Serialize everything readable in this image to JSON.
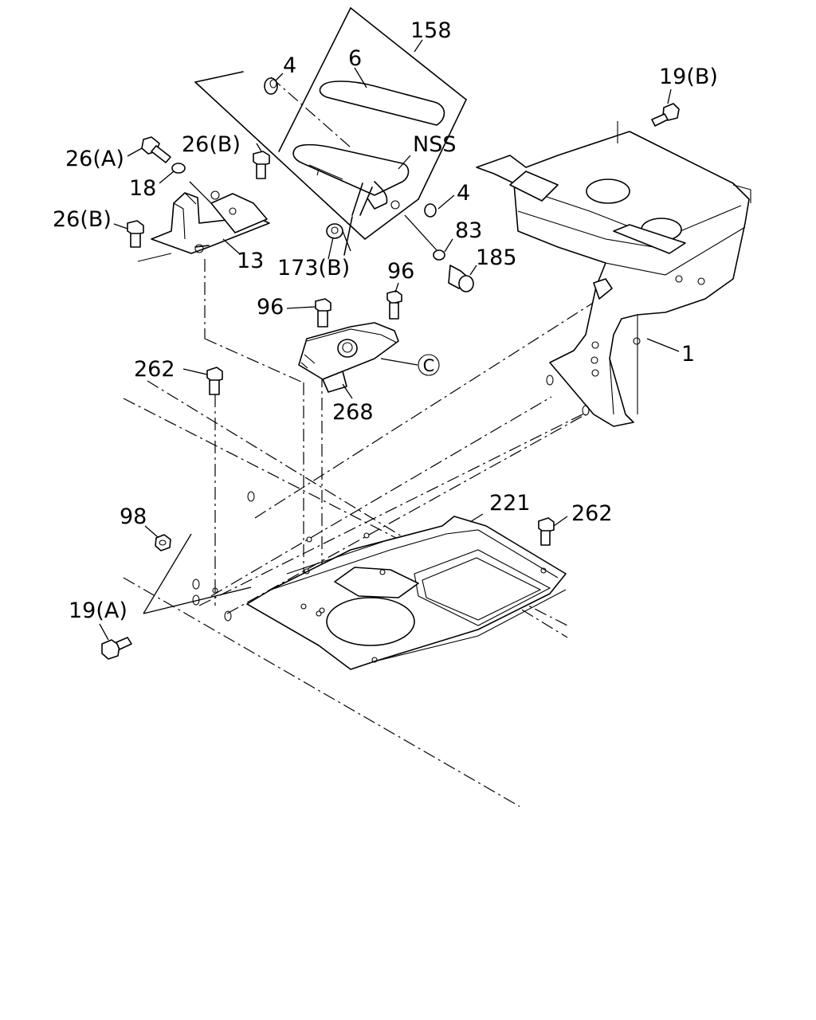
{
  "labels": {
    "l158": "158",
    "l6": "6",
    "l4a": "4",
    "l4b": "4",
    "lnss": "NSS",
    "l19b": "19(B)",
    "l26a": "26(A)",
    "l26b1": "26(B)",
    "l26b2": "26(B)",
    "l18": "18",
    "l13": "13",
    "l173b": "173(B)",
    "l83": "83",
    "l185": "185",
    "l96a": "96",
    "l96b": "96",
    "l1": "1",
    "lc": "C",
    "l262a": "262",
    "l262b": "262",
    "l268": "268",
    "l221": "221",
    "l98": "98",
    "l19a": "19(A)"
  }
}
